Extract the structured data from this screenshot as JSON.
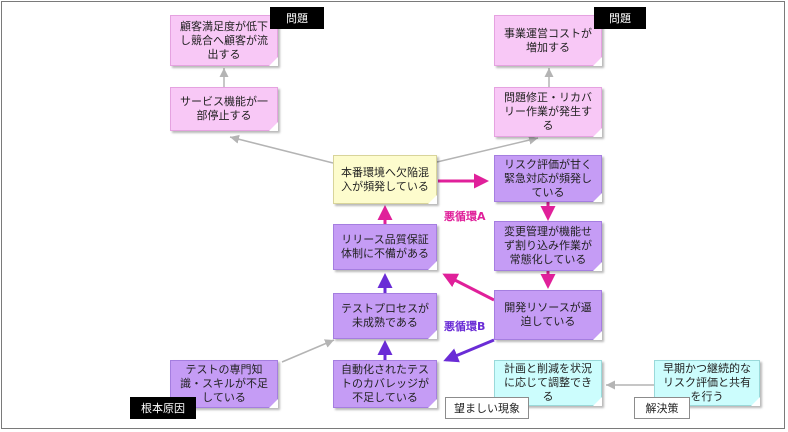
{
  "nodes": {
    "n_customer": "顧客満足度が低下し競合へ顧客が流出する",
    "n_cost": "事業運営コストが増加する",
    "n_service": "サービス機能が一部停止する",
    "n_fix": "問題修正・リカバリー作業が発生する",
    "n_prod": "本番環境へ欠陥混入が頻発している",
    "n_risk": "リスク評価が甘く緊急対応が頻発している",
    "n_release": "リリース品質保証体制に不備がある",
    "n_change": "変更管理が機能せず割り込み作業が常態化している",
    "n_process": "テストプロセスが未成熟である",
    "n_dev": "開発リソースが逼迫している",
    "n_skill": "テストの専門知識・スキルが不足している",
    "n_auto": "自動化されたテストのカバレッジが不足している",
    "n_plan": "計画と削減を状況に応じて調整できる",
    "n_solution": "早期かつ継続的なリスク評価と共有を行う"
  },
  "tags": {
    "problem_left": "問題",
    "problem_right": "問題",
    "root_cause": "根本原因",
    "desired": "望ましい現象",
    "solution": "解決策"
  },
  "loops": {
    "a": "悪循環A",
    "b": "悪循環B"
  },
  "colors": {
    "pink_arrow": "#e0209a",
    "purple_arrow": "#6a2cd6",
    "gray_arrow": "#b4b4b4"
  }
}
